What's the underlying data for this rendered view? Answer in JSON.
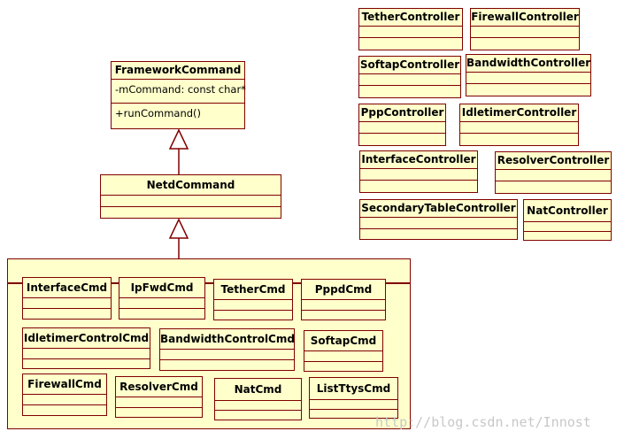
{
  "framework_command": {
    "name": "FrameworkCommand",
    "attribute": "-mCommand: const char*",
    "operation": "+runCommand()"
  },
  "netd_command": {
    "name": "NetdCommand"
  },
  "controllers": {
    "tether": "TetherController",
    "firewall": "FirewallController",
    "softap": "SoftapController",
    "bandwidth": "BandwidthController",
    "ppp": "PppController",
    "idletimer": "IdletimerController",
    "interface": "InterfaceController",
    "resolver": "ResolverController",
    "secondary_table": "SecondaryTableController",
    "nat": "NatController"
  },
  "commands": {
    "interface": "InterfaceCmd",
    "ipfwd": "IpFwdCmd",
    "tether": "TetherCmd",
    "pppd": "PppdCmd",
    "idletimer_control": "IdletimerControlCmd",
    "bandwidth_control": "BandwidthControlCmd",
    "softap": "SoftapCmd",
    "firewall": "FirewallCmd",
    "resolver": "ResolverCmd",
    "nat": "NatCmd",
    "list_ttys": "ListTtysCmd"
  },
  "watermark": "http://blog.csdn.net/Innost",
  "colors": {
    "fill": "#ffffcc",
    "border": "#800000",
    "line": "#800000"
  }
}
